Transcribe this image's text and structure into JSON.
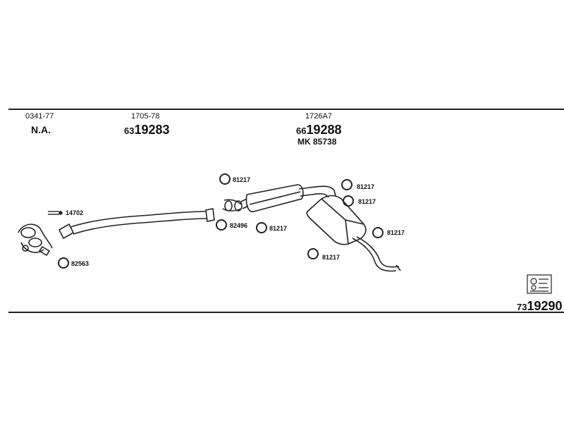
{
  "header": {
    "col1": {
      "code": "0341-77",
      "value": "N.A."
    },
    "col2": {
      "code": "1705-78",
      "prefix": "63",
      "number": "19283"
    },
    "col3": {
      "code": "1726A7",
      "prefix": "66",
      "number": "19288",
      "mk": "MK 85738"
    }
  },
  "labels": {
    "l1": "14702",
    "l2": "82563",
    "l3": "81217",
    "l4": "82496",
    "l5": "81217",
    "l6": "81217",
    "l7": "81217",
    "l8": "81217",
    "l9": "81217"
  },
  "footer": {
    "prefix": "73",
    "number": "19290"
  },
  "icons": [
    "exhaust-manifold-icon",
    "front-pipe-icon",
    "clamp-icon",
    "rubber-mount-icon",
    "middle-silencer-icon",
    "rear-silencer-icon",
    "tailpipe-icon",
    "mounting-kit-icon"
  ]
}
